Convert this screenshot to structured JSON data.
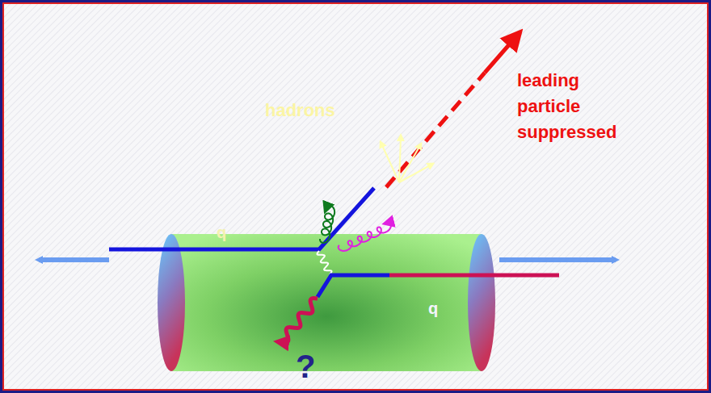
{
  "diagram": {
    "labels": [
      "hadrons",
      "leading particle suppressed",
      "q",
      "q",
      "?"
    ]
  }
}
